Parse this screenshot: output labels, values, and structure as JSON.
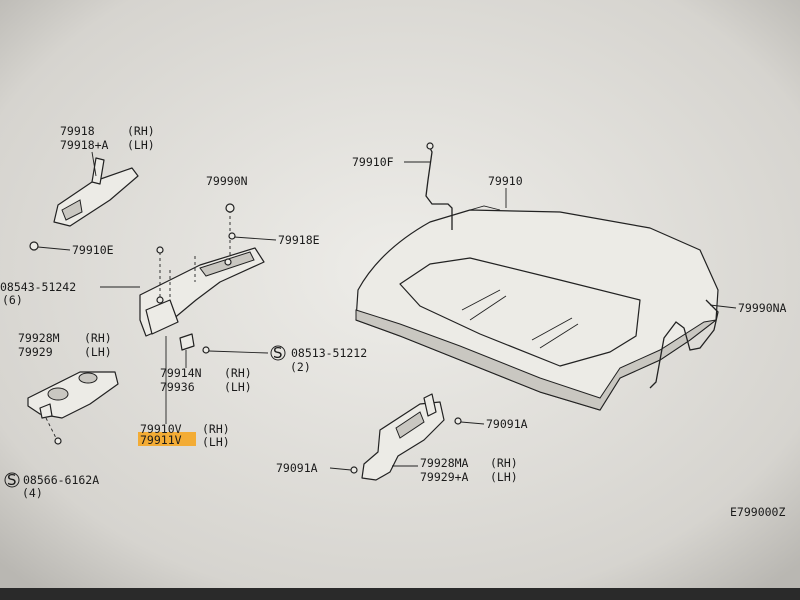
{
  "diagram": {
    "callouts": {
      "p79918_rh": "79918",
      "p79918_rh_side": "(RH)",
      "p79918a_lh": "79918+A",
      "p79918a_lh_side": "(LH)",
      "p79910e": "79910E",
      "p08543": "08543-51242",
      "p08543_qty": "(6)",
      "p79990n": "79990N",
      "p79918e": "79918E",
      "p79910f": "79910F",
      "p79910": "79910",
      "p79990na": "79990NA",
      "p79928m_rh": "79928M",
      "p79928m_rh_side": "(RH)",
      "p79929_lh": "79929",
      "p79929_lh_side": "(LH)",
      "p08513": "08513-51212",
      "p08513_qty": "(2)",
      "p79914n_rh": "79914N",
      "p79914n_rh_side": "(RH)",
      "p79936_lh": "79936",
      "p79936_lh_side": "(LH)",
      "p79910v_rh": "79910V",
      "p79910v_rh_side": "(RH)",
      "p79911v_lh": "79911V",
      "p79911v_lh_side": "(LH)",
      "p79091a_right": "79091A",
      "p79091a_left": "79091A",
      "p79928ma_rh": "79928MA",
      "p79928ma_rh_side": "(RH)",
      "p79929a_lh": "79929+A",
      "p79929a_lh_side": "(LH)",
      "p08566": "08566-6162A",
      "p08566_qty": "(4)",
      "ref_code": "E799000Z"
    },
    "screw_symbol": "S",
    "highlight_color": "#f5a623",
    "paper_color": "#d9d7d2"
  }
}
